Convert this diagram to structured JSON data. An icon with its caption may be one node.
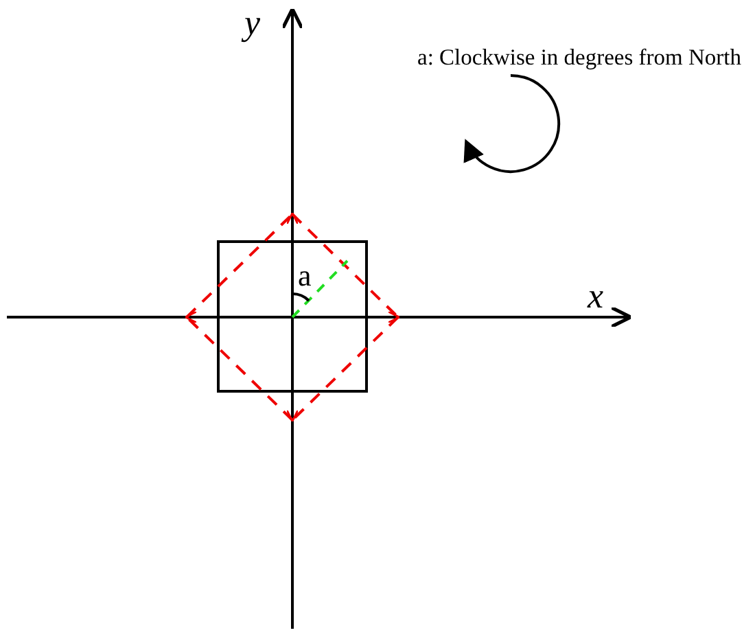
{
  "diagram": {
    "labels": [
      "y",
      "a: Clockwise in degrees from North",
      "a",
      "x"
    ]
  }
}
